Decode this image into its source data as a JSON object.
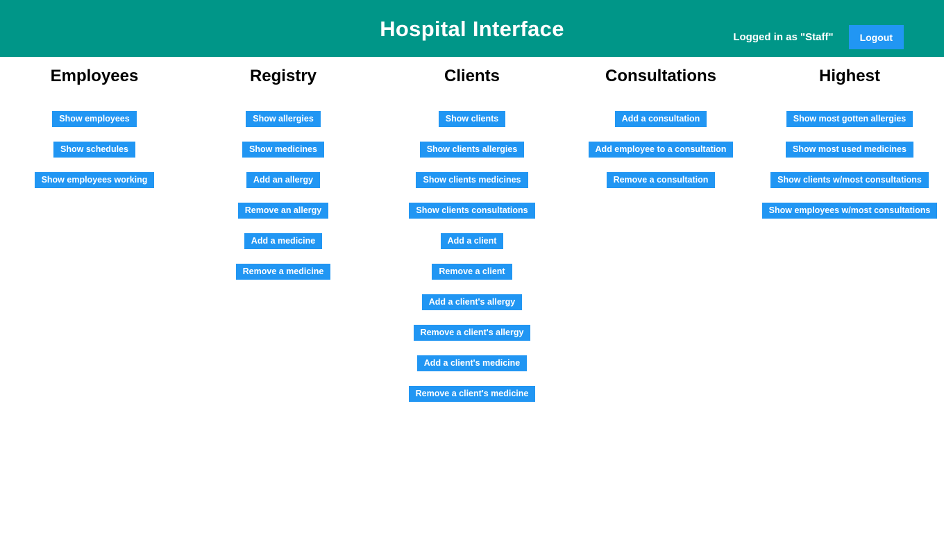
{
  "theme": {
    "header_bg": "#009688",
    "button_bg": "#2196f3",
    "page_bg": "#ffffff",
    "header_text": "#ffffff",
    "title_text": "#000000"
  },
  "header": {
    "title": "Hospital Interface",
    "session_label": "Logged in as \"Staff\"",
    "logout_label": "Logout"
  },
  "columns": [
    {
      "title": "Employees",
      "buttons": [
        {
          "label": "Show employees"
        },
        {
          "label": "Show schedules"
        },
        {
          "label": "Show employees working"
        }
      ]
    },
    {
      "title": "Registry",
      "buttons": [
        {
          "label": "Show allergies"
        },
        {
          "label": "Show medicines"
        },
        {
          "label": "Add an allergy"
        },
        {
          "label": "Remove an allergy"
        },
        {
          "label": "Add a medicine"
        },
        {
          "label": "Remove a medicine"
        }
      ]
    },
    {
      "title": "Clients",
      "buttons": [
        {
          "label": "Show clients"
        },
        {
          "label": "Show clients allergies"
        },
        {
          "label": "Show clients medicines"
        },
        {
          "label": "Show clients consultations"
        },
        {
          "label": "Add a client"
        },
        {
          "label": "Remove a client"
        },
        {
          "label": "Add a client's allergy"
        },
        {
          "label": "Remove a client's allergy"
        },
        {
          "label": "Add a client's medicine"
        },
        {
          "label": "Remove a client's medicine"
        }
      ]
    },
    {
      "title": "Consultations",
      "buttons": [
        {
          "label": "Add a consultation"
        },
        {
          "label": "Add employee to a consultation"
        },
        {
          "label": "Remove a consultation"
        }
      ]
    },
    {
      "title": "Highest",
      "buttons": [
        {
          "label": "Show most gotten allergies"
        },
        {
          "label": "Show most used medicines"
        },
        {
          "label": "Show clients w/most consultations"
        },
        {
          "label": "Show employees w/most consultations"
        }
      ]
    }
  ]
}
